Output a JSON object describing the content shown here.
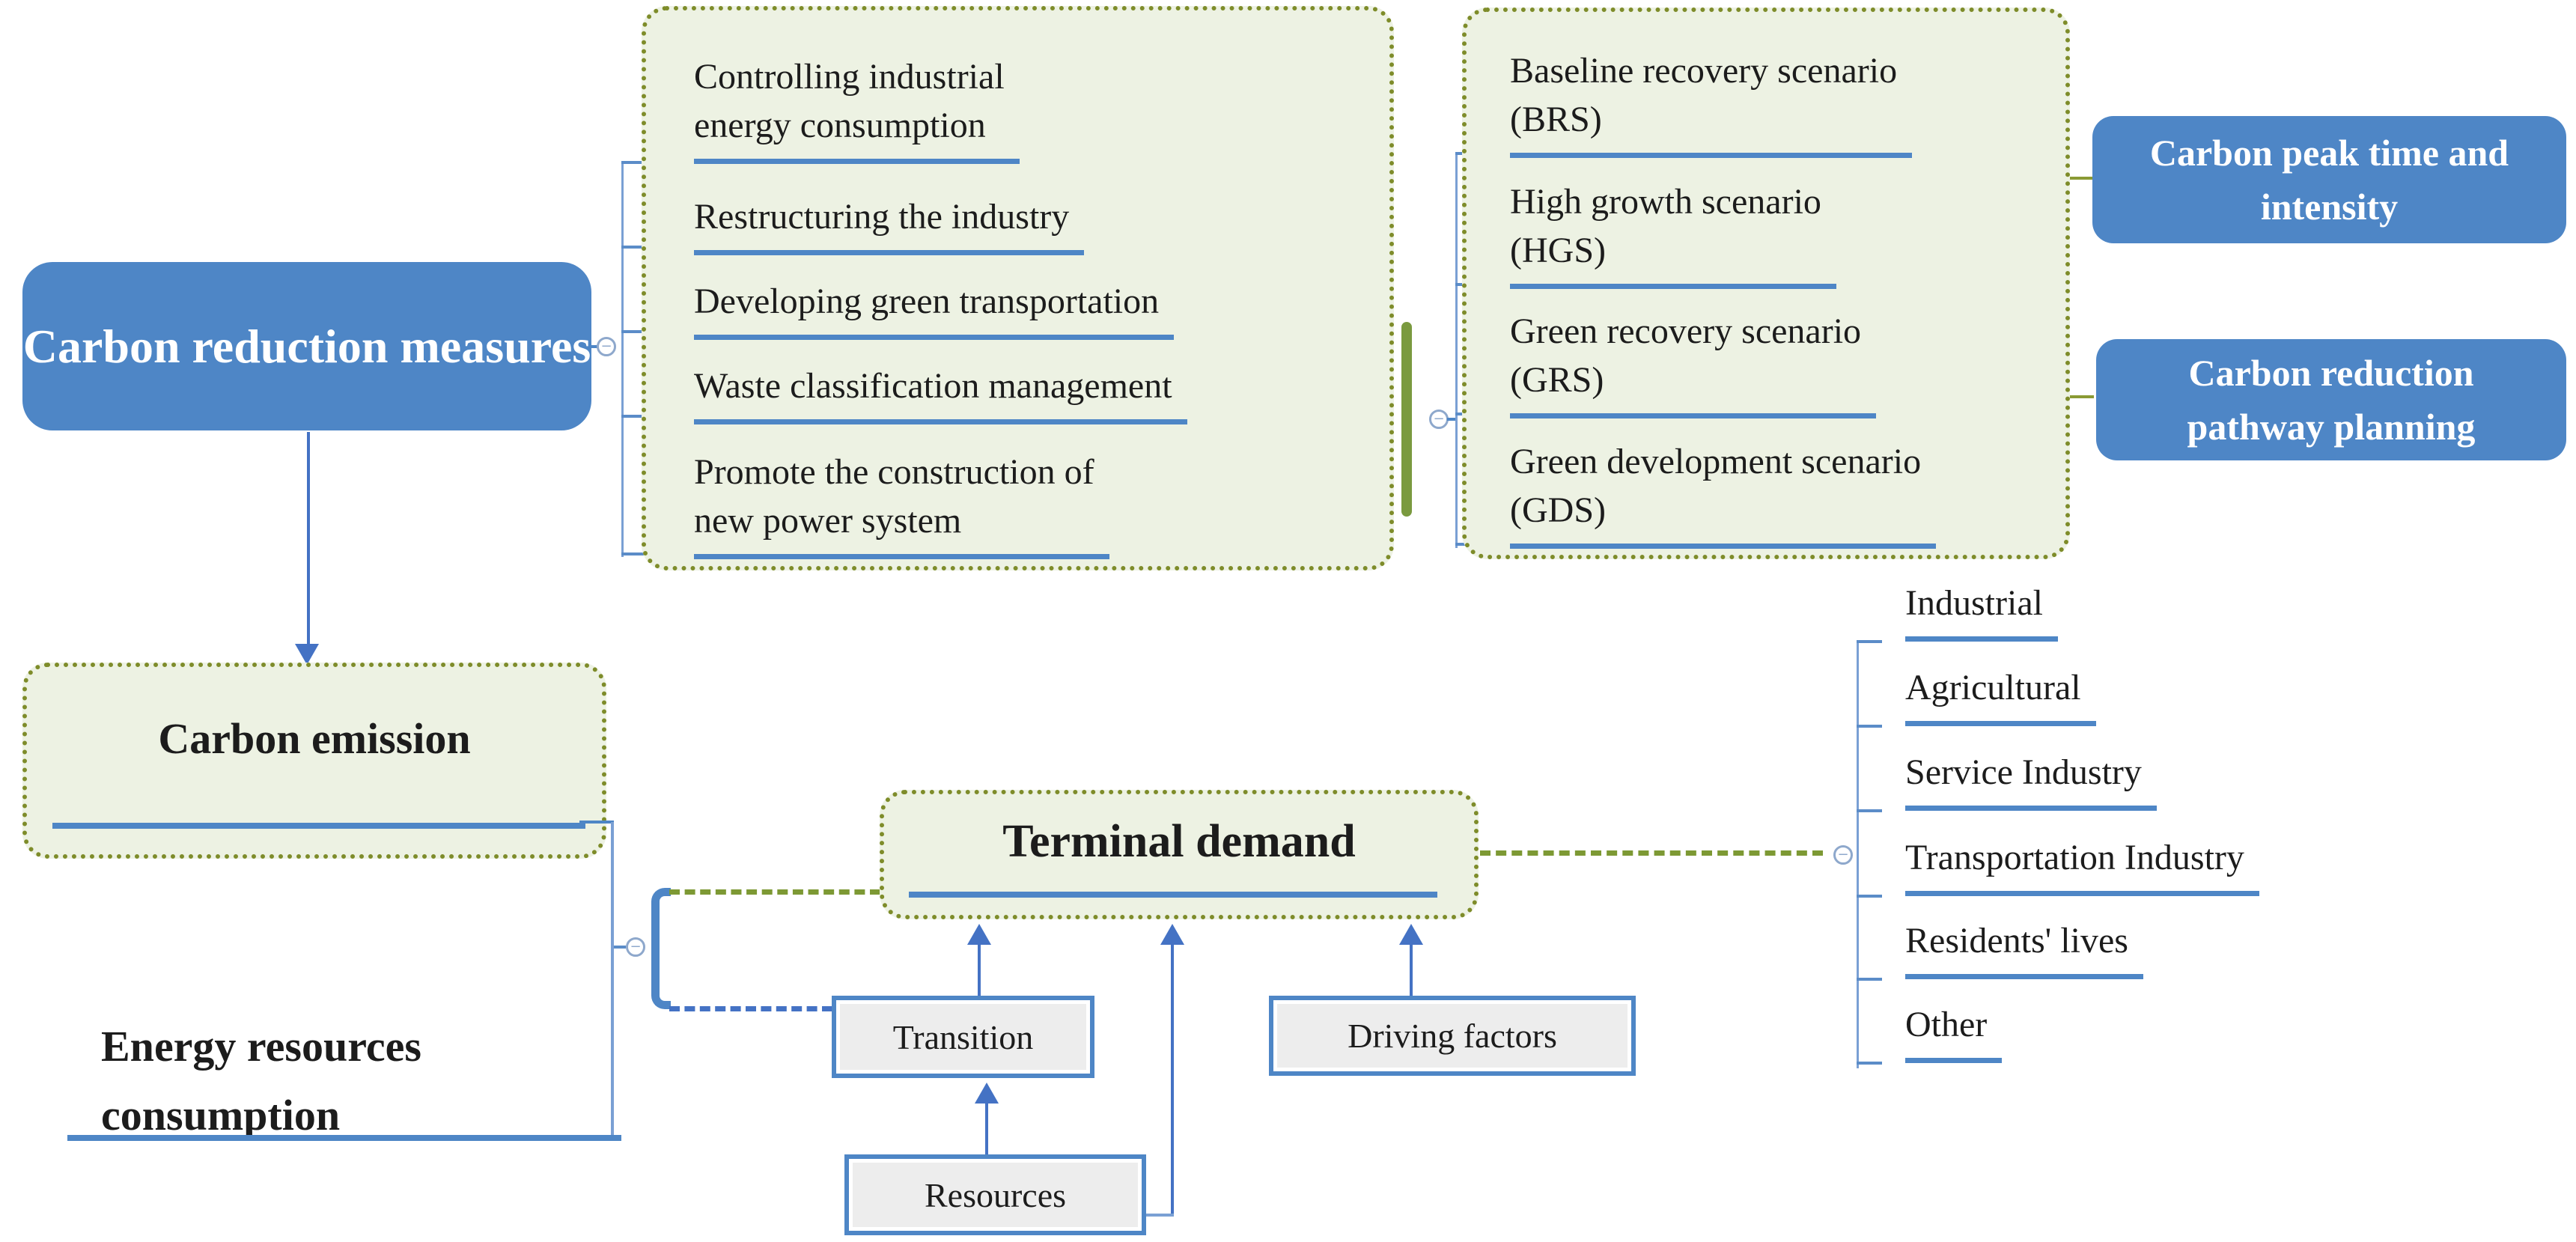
{
  "diagram": {
    "root": {
      "label": "Carbon reduction measures"
    },
    "measures": {
      "items": [
        "Controlling industrial\nenergy consumption",
        "Restructuring the industry",
        "Developing green transportation",
        "Waste classification management",
        "Promote the construction of\nnew power system"
      ]
    },
    "scenarios": {
      "items": [
        "Baseline recovery scenario\n(BRS)",
        "High growth scenario\n(HGS)",
        "Green recovery scenario\n(GRS)",
        "Green development scenario\n(GDS)"
      ]
    },
    "outcomes": {
      "peak_label": "Carbon peak time and intensity",
      "pathway_label": "Carbon reduction pathway planning"
    },
    "emission": {
      "label": "Carbon emission"
    },
    "energy": {
      "label": "Energy resources\nconsumption"
    },
    "terminal": {
      "label": "Terminal demand"
    },
    "drivers": {
      "transition_label": "Transition",
      "resources_label": "Resources",
      "driving_label": "Driving factors"
    },
    "sectors": {
      "items": [
        "Industrial",
        "Agricultural",
        "Service Industry",
        "Transportation Industry",
        "Residents' lives",
        "Other"
      ]
    },
    "icons": {
      "collapse_glyph": "−"
    },
    "colors": {
      "node_blue": "#4e86c6",
      "arrow_blue": "#4472c4",
      "dashed_green": "#7d9934",
      "dotted_border_olive": "#7e8c2a",
      "brace_olive": "#7a9a3f",
      "pale_green_fill": "#edf2e3",
      "gray_fill": "#ededed",
      "text_black": "#1c1c1c"
    }
  }
}
